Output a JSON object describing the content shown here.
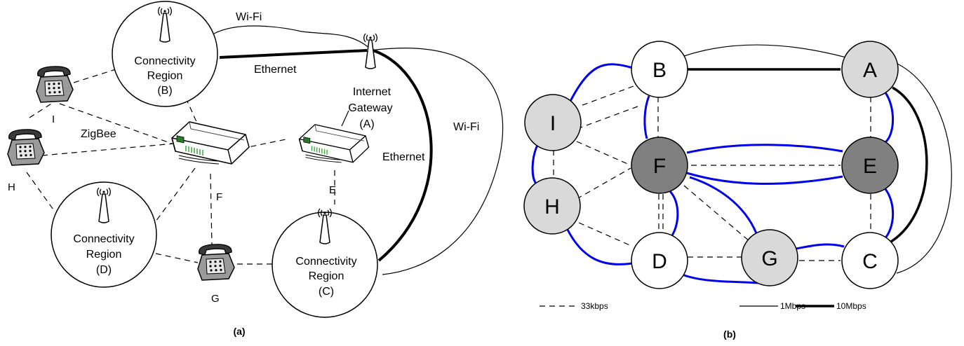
{
  "panel_a": {
    "caption": "(a)",
    "link_labels": {
      "wifi_top": "Wi-Fi",
      "wifi_right": "Wi-Fi",
      "ethernet_top": "Ethernet",
      "ethernet_right": "Ethernet",
      "zigbee": "ZigBee"
    },
    "regions": {
      "b": {
        "line1": "Connectivity",
        "line2": "Region",
        "line3": "(B)"
      },
      "d": {
        "line1": "Connectivity",
        "line2": "Region",
        "line3": "(D)"
      },
      "c": {
        "line1": "Connectivity",
        "line2": "Region",
        "line3": "(C)"
      }
    },
    "gateway": {
      "line1": "Internet",
      "line2": "Gateway",
      "line3": "(A)"
    },
    "device_labels": {
      "f": "F",
      "e": "E",
      "g": "G",
      "h": "H",
      "i": "I"
    }
  },
  "panel_b": {
    "caption": "(b)",
    "nodes": {
      "a": "A",
      "b": "B",
      "c": "C",
      "d": "D",
      "e": "E",
      "f": "F",
      "g": "G",
      "h": "H",
      "i": "I"
    },
    "legend": {
      "dashed": "33kbps",
      "thin": "1Mbps",
      "thick": "10Mbps"
    }
  },
  "colors": {
    "wireless_link": "#0000ee",
    "node_white": "#ffffff",
    "node_light": "#d9d9d9",
    "node_dark": "#808080"
  }
}
